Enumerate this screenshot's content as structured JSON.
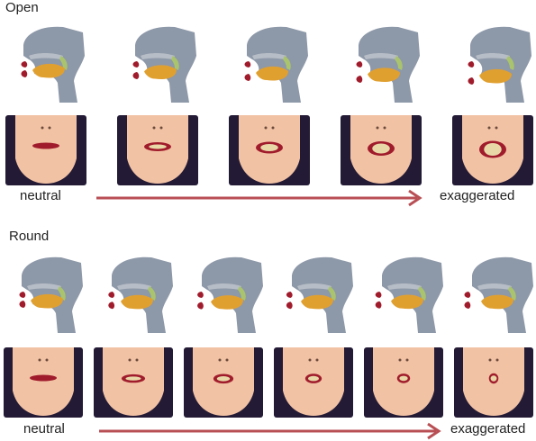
{
  "sections": [
    {
      "title": "Open",
      "start_label": "neutral",
      "end_label": "exaggerated",
      "frames": [
        {
          "open": 0.0,
          "round": 0.0
        },
        {
          "open": 0.25,
          "round": 0.0
        },
        {
          "open": 0.5,
          "round": 0.0
        },
        {
          "open": 0.75,
          "round": 0.0
        },
        {
          "open": 1.0,
          "round": 0.0
        }
      ]
    },
    {
      "title": "Round",
      "start_label": "neutral",
      "end_label": "exaggerated",
      "frames": [
        {
          "open": 0.0,
          "round": 0.0
        },
        {
          "open": 0.15,
          "round": 0.2
        },
        {
          "open": 0.2,
          "round": 0.4
        },
        {
          "open": 0.15,
          "round": 0.6
        },
        {
          "open": 0.1,
          "round": 0.8
        },
        {
          "open": 0.12,
          "round": 1.0
        }
      ]
    }
  ],
  "colors": {
    "vocal_tract": "#8d98a8",
    "palate": "#b7bdc6",
    "tongue": "#e0a030",
    "velum": "#a9c46c",
    "lips": "#a01c2c",
    "skin": "#f2c2a4",
    "hair": "#231a35",
    "arrow": "#b84f55",
    "teeth": "#e8d8a8"
  }
}
